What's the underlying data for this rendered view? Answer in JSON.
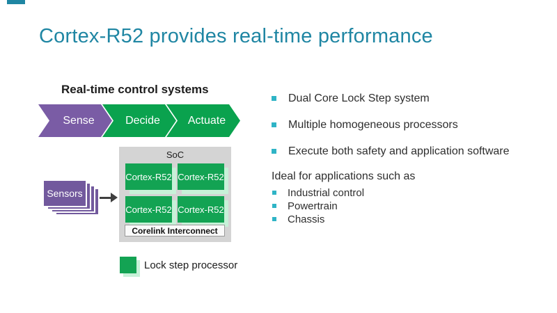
{
  "slide": {
    "title": "Cortex-R52 provides real-time performance",
    "colors": {
      "title_teal": "#1f86a3",
      "bullet_teal": "#2fb4c6",
      "chevron_purple": "#7a5ca5",
      "chevron_green": "#0aa24e",
      "core_green": "#13a353",
      "lockstep_mint": "#c7f1d8",
      "sensors_purple": "#72599d",
      "soc_gray": "#d4d4d4"
    }
  },
  "diagram": {
    "heading": "Real-time control systems",
    "chevrons": [
      {
        "label": "Sense"
      },
      {
        "label": "Decide"
      },
      {
        "label": "Actuate"
      }
    ],
    "soc": {
      "label": "SoC",
      "cores": [
        "Cortex-R52",
        "Cortex-R52",
        "Cortex-R52",
        "Cortex-R52"
      ],
      "interconnect": "Corelink Interconnect"
    },
    "sensors": {
      "label": "Sensors"
    },
    "legend": {
      "label": "Lock step processor"
    }
  },
  "bullets": {
    "main": [
      "Dual Core Lock Step system",
      "Multiple homogeneous processors",
      "Execute both safety and application software"
    ],
    "subheading": "Ideal for applications such as",
    "sub": [
      "Industrial control",
      "Powertrain",
      "Chassis"
    ]
  }
}
